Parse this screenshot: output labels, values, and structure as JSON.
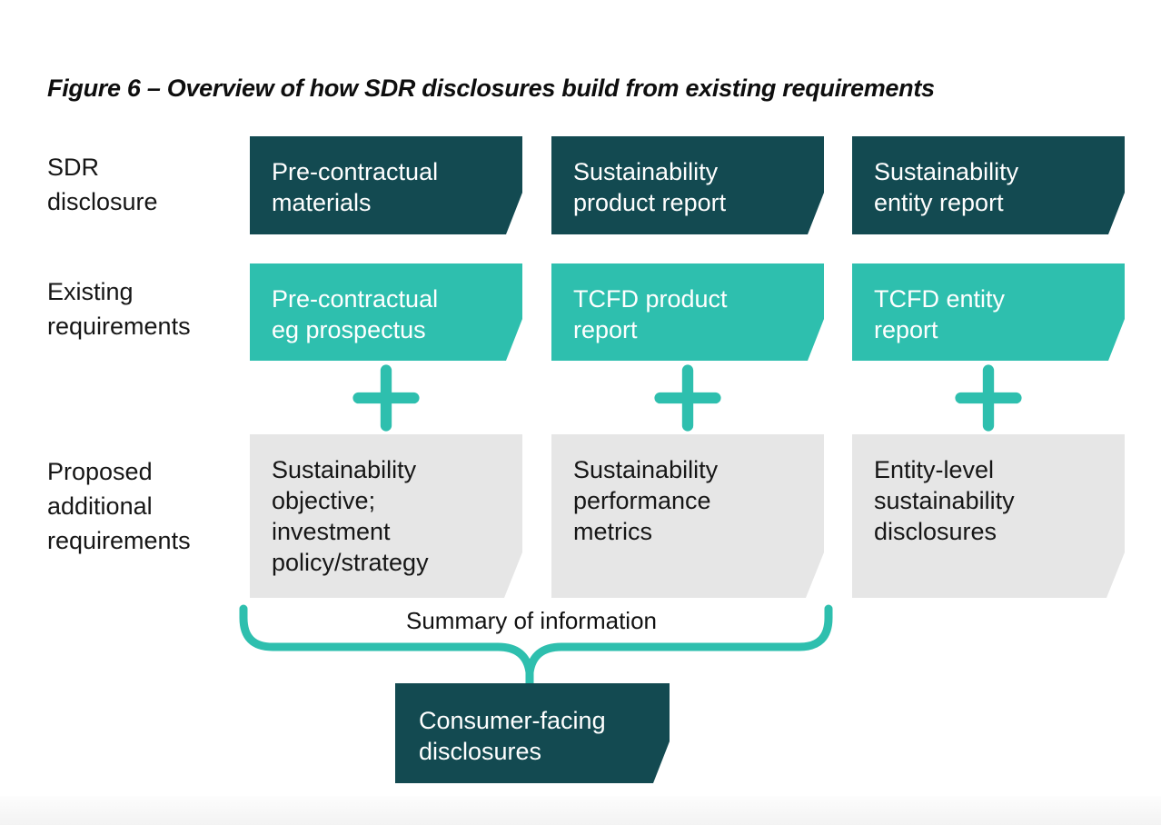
{
  "title": "Figure 6 – Overview of how SDR disclosures build from existing requirements",
  "row_labels": {
    "sdr": "SDR\ndisclosure",
    "existing": "Existing\nrequirements",
    "proposed": "Proposed\nadditional\nrequirements"
  },
  "columns": [
    {
      "sdr": "Pre-contractual\nmaterials",
      "existing": "Pre-contractual\neg prospectus",
      "proposed": "Sustainability\nobjective;\ninvestment\npolicy/strategy"
    },
    {
      "sdr": "Sustainability\nproduct report",
      "existing": "TCFD product\nreport",
      "proposed": "Sustainability\nperformance\nmetrics"
    },
    {
      "sdr": "Sustainability\nentity report",
      "existing": "TCFD entity\nreport",
      "proposed": "Entity-level\nsustainability\ndisclosures"
    }
  ],
  "summary_label": "Summary of information",
  "consumer_box_label": "Consumer-facing\ndisclosures",
  "colors": {
    "dark_teal": "#134a51",
    "teal": "#2ebfae",
    "grey_box": "#e6e6e6",
    "text": "#161616"
  }
}
